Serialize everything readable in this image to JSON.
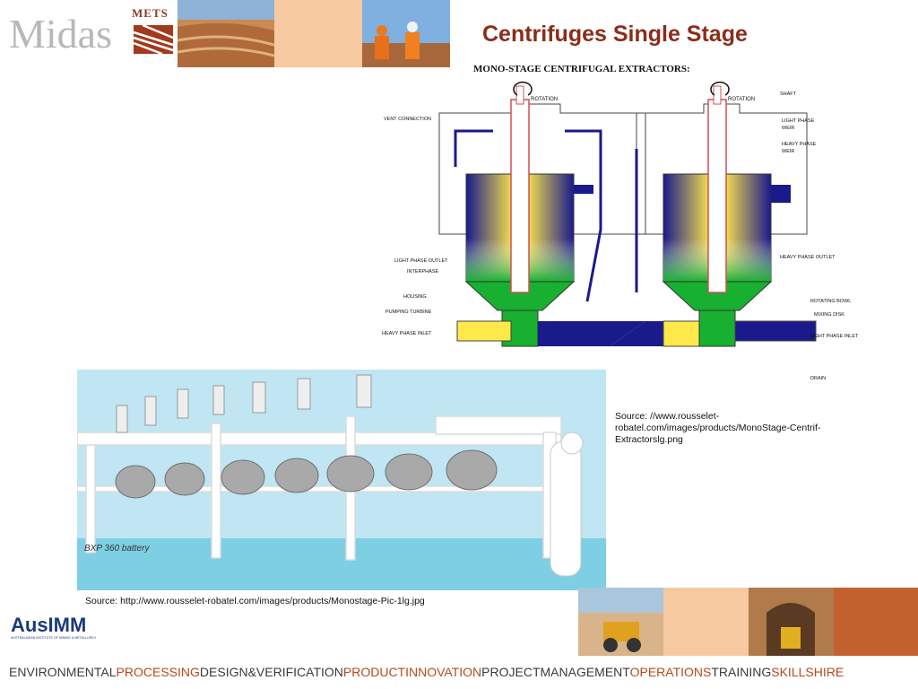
{
  "header": {
    "logo_text": "Midas",
    "badge_text": "METS",
    "title": "Centrifuges Single Stage"
  },
  "diagram": {
    "heading": "MONO-STAGE CENTRIFUGAL EXTRACTORS:",
    "rotation_label": "ROTATION",
    "left_labels": [
      "VENT CONNECTION",
      "LIGHT PHASE OUTLET",
      "INTERPHASE",
      "HOUSING",
      "PUMPING TURBINE",
      "HEAVY PHASE INLET"
    ],
    "right_labels": [
      "SHAFT",
      "LIGHT PHASE",
      "WEIR",
      "HEAVY PHASE",
      "WEIR",
      "HEAVY PHASE OUTLET",
      "ROTATING BOWL",
      "MIXING DISK",
      "LIGHT PHASE INLET",
      "DRAIN"
    ],
    "source_lines": [
      "Source: //www.rousselet-",
      "robatel.com/images/products/MonoStage-Centrif-",
      "Extractorslg.png"
    ]
  },
  "photo": {
    "caption": "BXP 360 battery",
    "source": "Source: http://www.rousselet-robatel.com/images/products/Monostage-Pic-1lg.jpg"
  },
  "footer": {
    "logo_text": "AusIMM",
    "logo_subtext": "AUSTRALASIAN INSTITUTE OF MINING & METALLURGY",
    "tagline": [
      {
        "text": "ENVIRONMENTAL",
        "highlight": false
      },
      {
        "text": "PROCESSING",
        "highlight": true
      },
      {
        "text": "DESIGN&VERIFICATION",
        "highlight": false
      },
      {
        "text": "PRODUCTINNOVATION",
        "highlight": true
      },
      {
        "text": "PROJECTMANAGEMENT",
        "highlight": false
      },
      {
        "text": "OPERATIONS",
        "highlight": true
      },
      {
        "text": "TRAINING",
        "highlight": false
      },
      {
        "text": "SKILLSHIRE",
        "highlight": true
      }
    ]
  },
  "colors": {
    "title": "#8b2d1a",
    "highlight": "#b64a1d",
    "normal_text": "#3a3a3a",
    "panel_peach": "#f6c9a0",
    "panel_rust": "#c3612e"
  }
}
